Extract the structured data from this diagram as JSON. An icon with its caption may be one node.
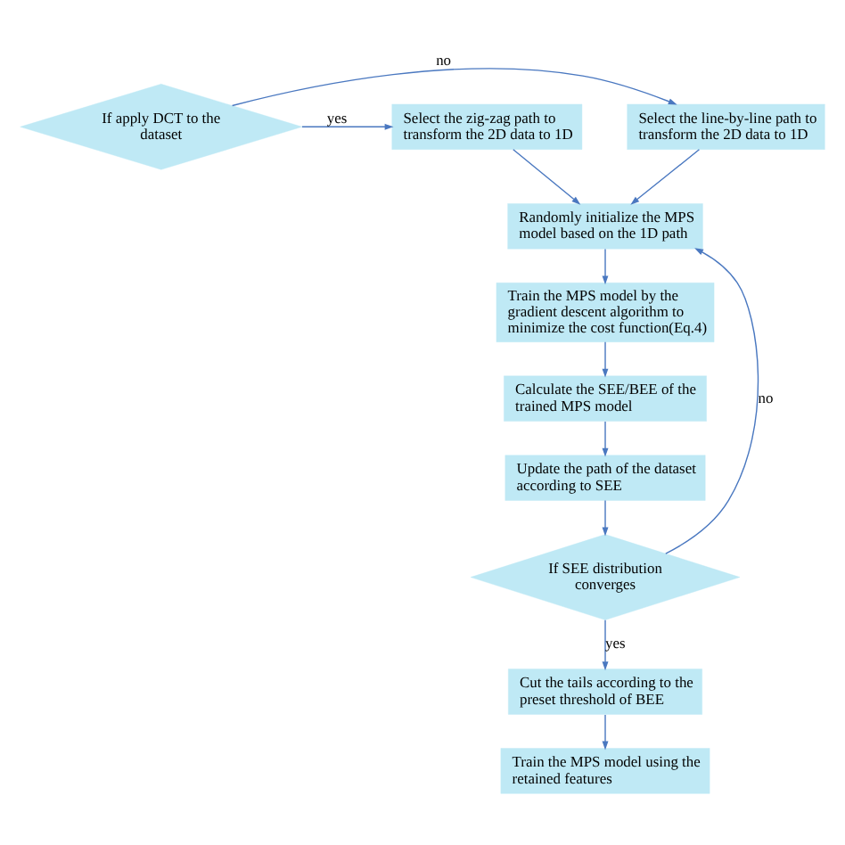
{
  "diagram": {
    "nodes": [
      {
        "text": [
          "If apply DCT to the dataset"
        ]
      },
      {
        "text": [
          "Select the line-by-line path to transform the 2D data to 1D"
        ]
      },
      {
        "text": [
          "Select the zig-zag path to transform the 2D data to 1D"
        ]
      },
      {
        "text": [
          "Randomly initialize the MPS model based on the 1D path"
        ]
      },
      {
        "text": [
          "Train the MPS model by the gradient descent algorithm to minimize the cost function(Eq.4)"
        ]
      },
      {
        "text": [
          "Calculate the SEE/BEE of the trained MPS model"
        ]
      },
      {
        "text": [
          "Update the path of the dataset according to SEE"
        ]
      },
      {
        "text": [
          "If SEE distribution converges"
        ]
      },
      {
        "text": [
          "Cut the tails according to the preset threshold of BEE"
        ]
      },
      {
        "text": [
          "Train the MPS model using the retained features"
        ]
      }
    ],
    "edges": [
      {
        "from": 0,
        "to": 1,
        "arrow": "to",
        "label": "no"
      },
      {
        "from": 0,
        "to": 2,
        "arrow": "to",
        "label": "yes"
      },
      {
        "from": 1,
        "to": 3,
        "arrow": "to"
      },
      {
        "from": 2,
        "to": 3,
        "arrow": "to"
      },
      {
        "from": 3,
        "to": 4,
        "arrow": "to"
      },
      {
        "from": 4,
        "to": 5,
        "arrow": "to"
      },
      {
        "from": 5,
        "to": 6,
        "arrow": "to"
      },
      {
        "from": 6,
        "to": 7,
        "arrow": "to"
      },
      {
        "from": 7,
        "to": 3,
        "arrow": "to",
        "label": "no"
      },
      {
        "from": 7,
        "to": 8,
        "arrow": "to",
        "label": "yes"
      },
      {
        "from": 8,
        "to": 9,
        "arrow": "to"
      }
    ]
  }
}
